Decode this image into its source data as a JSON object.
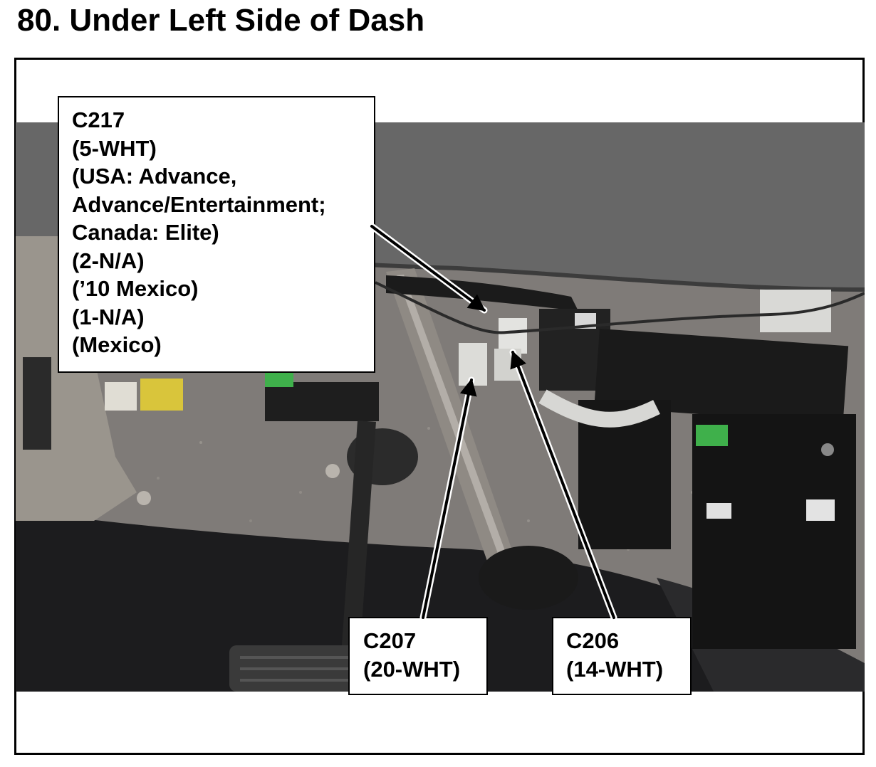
{
  "title": "80.  Under Left Side of Dash",
  "callouts": {
    "c217": {
      "lines": [
        "C217",
        "(5-WHT)",
        "(USA: Advance,",
        "Advance/Entertainment;",
        "Canada: Elite)",
        "(2-N/A)",
        "(’10 Mexico)",
        "(1-N/A)",
        "(Mexico)"
      ]
    },
    "c207": {
      "lines": [
        "C207",
        "(20-WHT)"
      ]
    },
    "c206": {
      "lines": [
        "C206",
        "(14-WHT)"
      ]
    }
  },
  "colors": {
    "frame": "#000000",
    "callout_fill": "#ffffff",
    "dash_panel": "#6b6b6b",
    "carpet": "#7d7a78",
    "floor_mat": "#1b1b1d",
    "pedal_shaft": "#8e8a85",
    "connector_white": "#e3e3e0",
    "connector_yellow": "#d9c53b",
    "connector_green": "#3fb04b"
  }
}
